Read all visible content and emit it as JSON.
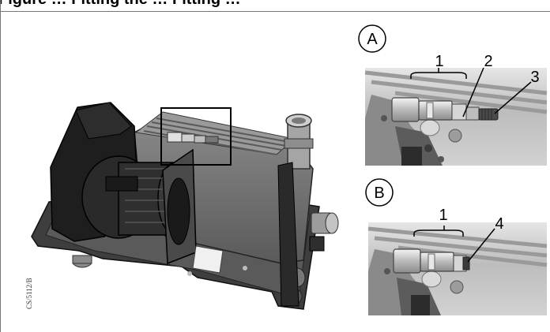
{
  "figure": {
    "title_partial": "Figure … Fitting the … Fitting …",
    "drawing_code": "CS/5112/B"
  },
  "detail_a": {
    "label": "A",
    "callouts": [
      "1",
      "2",
      "3"
    ]
  },
  "detail_b": {
    "label": "B",
    "callouts": [
      "1",
      "4"
    ]
  },
  "colors": {
    "machine_dark": "#1e1e1e",
    "machine_mid": "#4a4a4a",
    "plate": "#7c7c7c",
    "detail_bg": "#c9c9c9"
  }
}
